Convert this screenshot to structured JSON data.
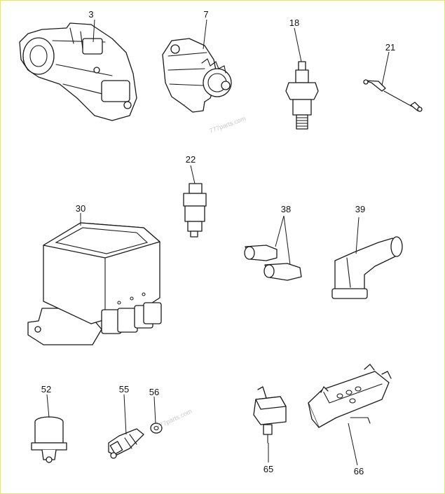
{
  "callouts": {
    "c3": "3",
    "c7": "7",
    "c18": "18",
    "c21": "21",
    "c22": "22",
    "c30": "30",
    "c38": "38",
    "c39": "39",
    "c52": "52",
    "c55": "55",
    "c56": "56",
    "c65": "65",
    "c66": "66"
  },
  "watermark": {
    "text": "777parts.com"
  },
  "colors": {
    "border": "#e6e56a",
    "ink": "#1a1a1a",
    "background": "#ffffff"
  }
}
